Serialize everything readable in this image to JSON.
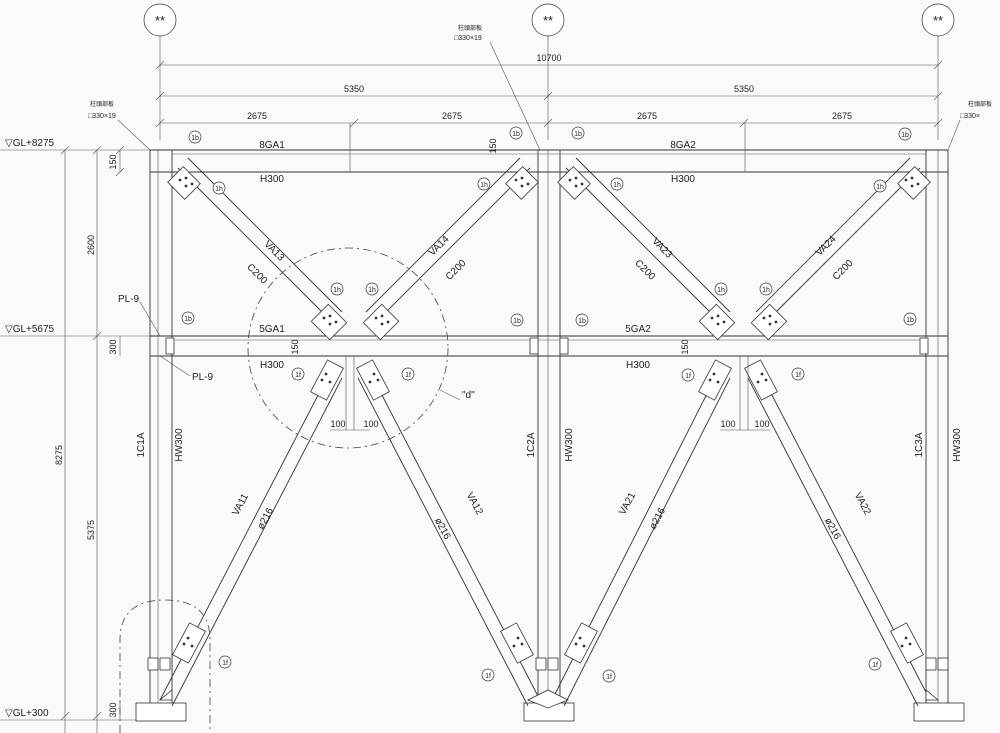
{
  "grid_bubbles": [
    "**",
    "**",
    "**"
  ],
  "dimensions": {
    "overall": "10700",
    "halves": [
      "5350",
      "5350"
    ],
    "quarters": [
      "2675",
      "2675",
      "2675",
      "2675"
    ],
    "vertical": [
      "150",
      "2600",
      "300",
      "5375",
      "8275",
      "300"
    ],
    "bottom_offsets": [
      "100",
      "100",
      "100",
      "100"
    ],
    "top_right_150": "150",
    "mid_150": [
      "150",
      "150"
    ]
  },
  "levels": [
    "▽GL+8275",
    "▽GL+5675",
    "▽GL+300"
  ],
  "columns": [
    {
      "id": "1C1A",
      "section": "HW300"
    },
    {
      "id": "1C2A",
      "section": "HW300"
    },
    {
      "id": "1C3A",
      "section": "HW300"
    }
  ],
  "beams": {
    "top": [
      {
        "id": "8GA1",
        "section": "H300"
      },
      {
        "id": "8GA2",
        "section": "H300"
      }
    ],
    "mid": [
      {
        "id": "5GA1",
        "section": "H300"
      },
      {
        "id": "5GA2",
        "section": "H300"
      }
    ]
  },
  "upper_braces": [
    {
      "id": "VA13",
      "section": "C200"
    },
    {
      "id": "VA14",
      "section": "C200"
    },
    {
      "id": "VA23",
      "section": "C200"
    },
    {
      "id": "VA24",
      "section": "C200"
    }
  ],
  "lower_braces": [
    {
      "id": "VA11",
      "section": "ø216"
    },
    {
      "id": "VA12",
      "section": "ø216"
    },
    {
      "id": "VA21",
      "section": "ø216"
    },
    {
      "id": "VA22",
      "section": "ø216"
    }
  ],
  "column_top_callouts": [
    {
      "title": "柱頭部板",
      "size": "□330×19"
    },
    {
      "title": "柱頭部板",
      "size": "□330×19"
    },
    {
      "title": "柱頭部板",
      "size": "□330×"
    }
  ],
  "plates": [
    "PL-9",
    "PL-9"
  ],
  "detail_label": "\"d\"",
  "tags": {
    "b": "1b",
    "h": "1h",
    "f": "1f"
  }
}
